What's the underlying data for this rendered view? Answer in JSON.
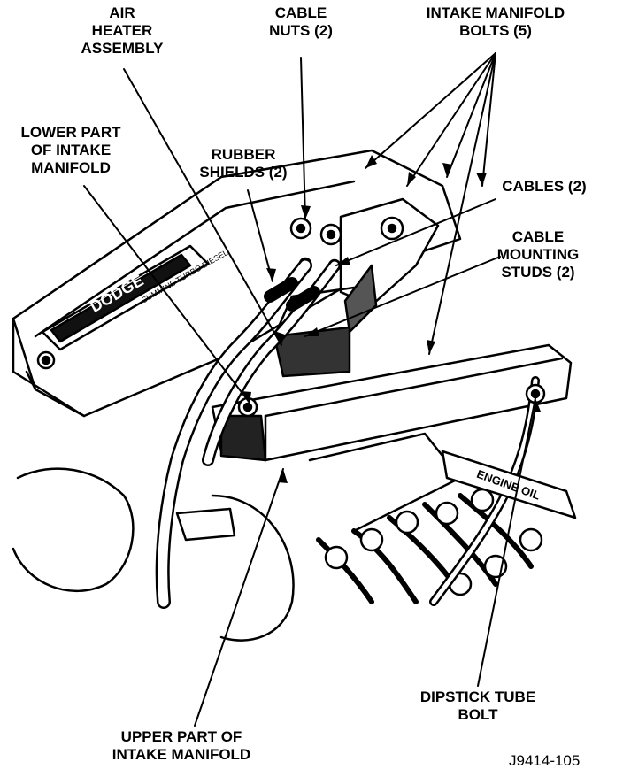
{
  "labels": {
    "air_heater": [
      "AIR",
      "HEATER",
      "ASSEMBLY"
    ],
    "cable_nuts": [
      "CABLE",
      "NUTS (2)"
    ],
    "intake_bolts": [
      "INTAKE MANIFOLD",
      "BOLTS (5)"
    ],
    "lower_manifold": [
      "LOWER PART",
      "OF INTAKE",
      "MANIFOLD"
    ],
    "rubber_shields": [
      "RUBBER",
      "SHIELDS (2)"
    ],
    "cables": [
      "CABLES (2)"
    ],
    "mounting_studs": [
      "CABLE",
      "MOUNTING",
      "STUDS (2)"
    ],
    "dipstick_bolt": [
      "DIPSTICK TUBE",
      "BOLT"
    ],
    "upper_manifold": [
      "UPPER PART OF",
      "INTAKE MANIFOLD"
    ]
  },
  "engine_markings": {
    "brand": "DODGE",
    "valve_cover_text": "CUMMINS TURBO DIESEL",
    "engine_oil": "ENGINE OIL"
  },
  "figure_id": "J9414-105",
  "colors": {
    "ink": "#000000",
    "paper": "#ffffff",
    "shade": "#1a1a1a"
  }
}
